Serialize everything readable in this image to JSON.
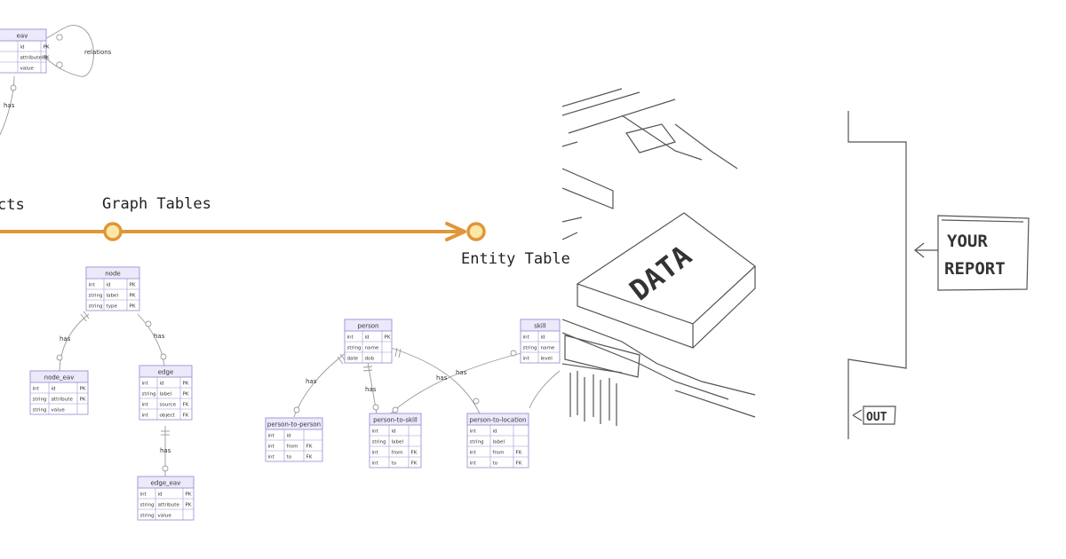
{
  "timeline": {
    "labels": [
      {
        "text": "cts"
      },
      {
        "text": "Graph Tables"
      },
      {
        "text": "Entity Table"
      }
    ]
  },
  "relationships": {
    "relations_label": "relations",
    "has_label": "has"
  },
  "entities": [
    {
      "id": "eav",
      "title": "eav",
      "rows": [
        [
          "",
          "id",
          "PK"
        ],
        [
          "",
          "attributeId",
          "FK"
        ],
        [
          "",
          "value",
          ""
        ]
      ]
    },
    {
      "id": "node",
      "title": "node",
      "rows": [
        [
          "int",
          "id",
          "PK"
        ],
        [
          "string",
          "label",
          "PK"
        ],
        [
          "string",
          "type",
          "PK"
        ]
      ]
    },
    {
      "id": "node_eav",
      "title": "node_eav",
      "rows": [
        [
          "int",
          "id",
          "PK"
        ],
        [
          "string",
          "attribute",
          "PK"
        ],
        [
          "string",
          "value",
          ""
        ]
      ]
    },
    {
      "id": "edge",
      "title": "edge",
      "rows": [
        [
          "int",
          "id",
          "PK"
        ],
        [
          "string",
          "label",
          "PK"
        ],
        [
          "int",
          "source",
          "FK"
        ],
        [
          "int",
          "object",
          "FK"
        ]
      ]
    },
    {
      "id": "edge_eav",
      "title": "edge_eav",
      "rows": [
        [
          "int",
          "id",
          "PK"
        ],
        [
          "string",
          "attribute",
          "PK"
        ],
        [
          "string",
          "value",
          ""
        ]
      ]
    },
    {
      "id": "person",
      "title": "person",
      "rows": [
        [
          "int",
          "id",
          "PK"
        ],
        [
          "string",
          "name",
          ""
        ],
        [
          "date",
          "dob",
          ""
        ]
      ]
    },
    {
      "id": "skill",
      "title": "skill",
      "rows": [
        [
          "int",
          "id",
          ""
        ],
        [
          "string",
          "name",
          ""
        ],
        [
          "int",
          "level",
          ""
        ]
      ]
    },
    {
      "id": "person_to_person",
      "title": "person-to-person",
      "rows": [
        [
          "int",
          "id",
          ""
        ],
        [
          "int",
          "from",
          "FK"
        ],
        [
          "int",
          "to",
          "FK"
        ]
      ]
    },
    {
      "id": "person_to_skill",
      "title": "person-to-skill",
      "rows": [
        [
          "int",
          "id",
          ""
        ],
        [
          "string",
          "label",
          ""
        ],
        [
          "int",
          "from",
          "FK"
        ],
        [
          "int",
          "to",
          "FK"
        ]
      ]
    },
    {
      "id": "person_to_location",
      "title": "person-to-location",
      "rows": [
        [
          "int",
          "id",
          ""
        ],
        [
          "string",
          "label",
          ""
        ],
        [
          "int",
          "from",
          "FK"
        ],
        [
          "int",
          "to",
          "FK"
        ]
      ]
    }
  ],
  "sketch": {
    "data_label": "DATA",
    "report_label": "YOUR REPORT",
    "out_label": "OUT"
  },
  "colors": {
    "timeline": "#e0963a",
    "node_fill": "#fbe7a6",
    "entity_header": "#ece9fb",
    "entity_border": "#9f95d6"
  }
}
